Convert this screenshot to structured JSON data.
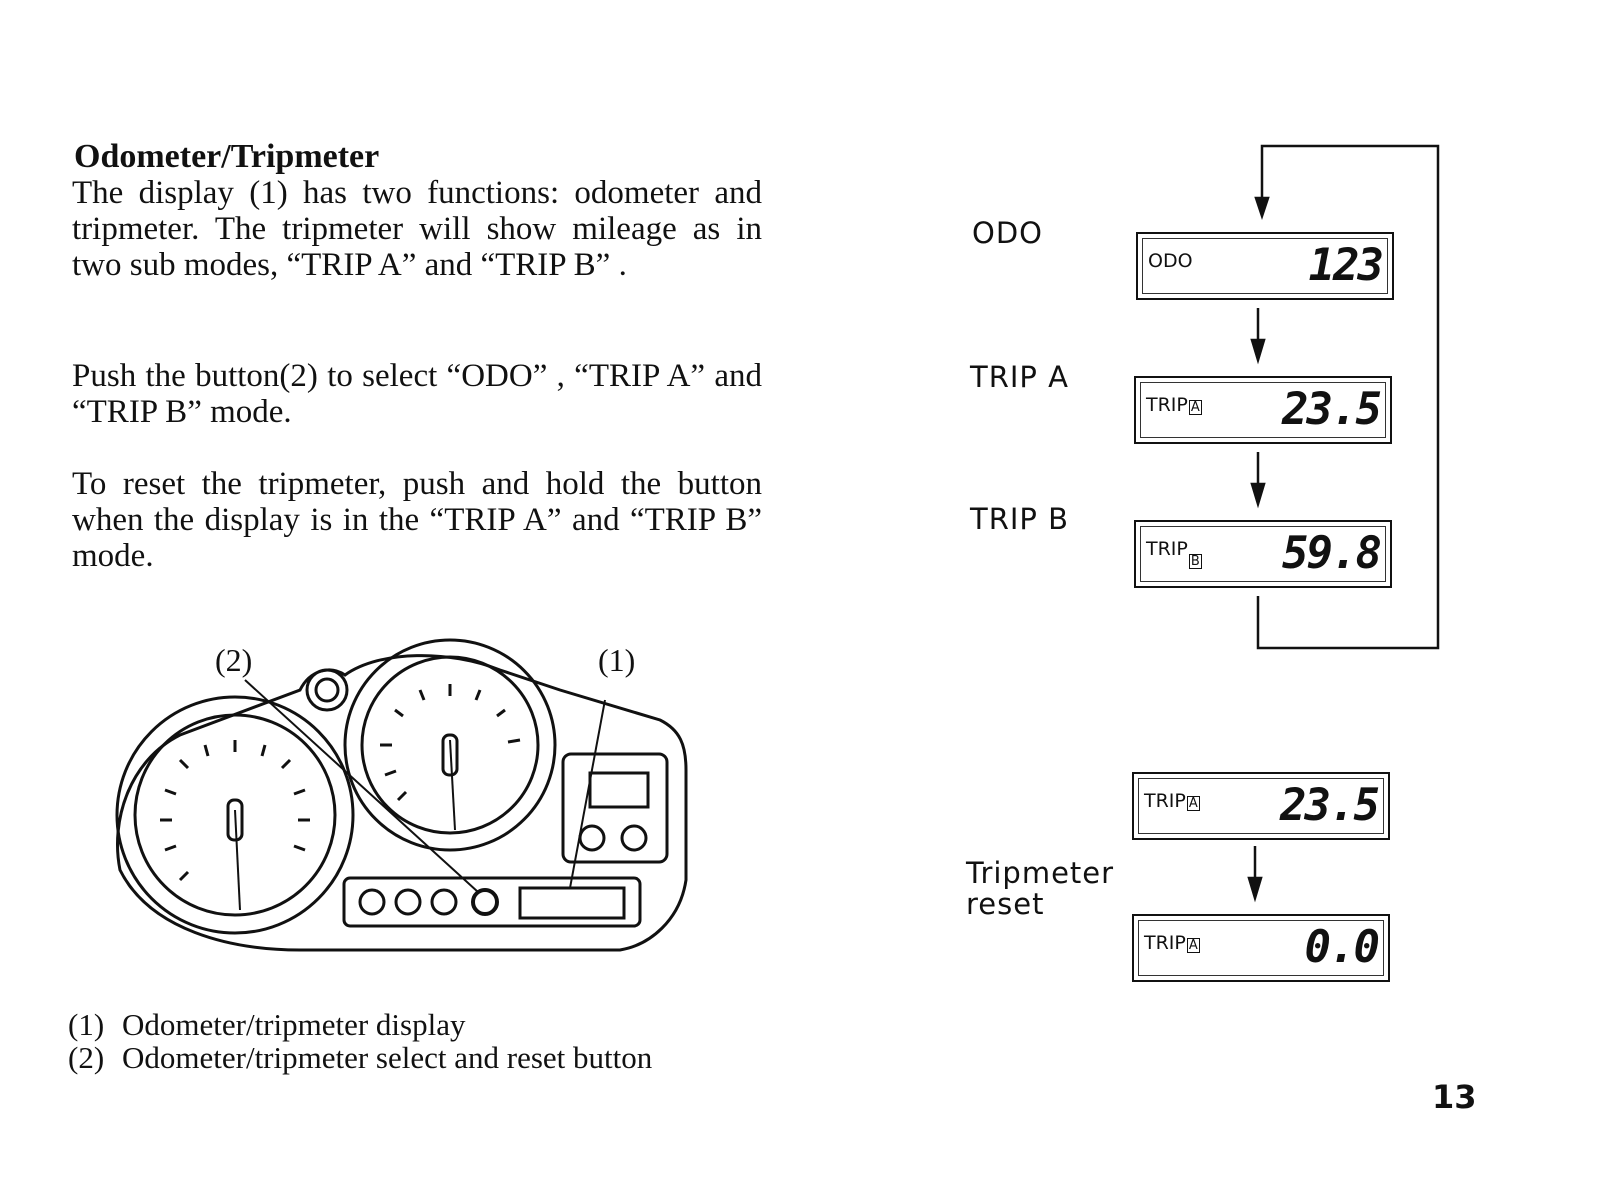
{
  "heading": "Odometer/Tripmeter",
  "paragraphs": [
    "The display (1) has two functions: odometer and tripmeter. The tripmeter will show mileage as in two sub modes, “TRIP A” and “TRIP B” .",
    "Push the button(2) to select “ODO” , “TRIP A” and “TRIP B” mode.",
    "To reset the tripmeter, push and hold the button when the display is in the “TRIP A” and “TRIP B” mode."
  ],
  "figure": {
    "callout_2": "(2)",
    "callout_1": "(1)"
  },
  "captions": [
    {
      "num": "(1)",
      "text": "Odometer/tripmeter display"
    },
    {
      "num": "(2)",
      "text": "Odometer/tripmeter select and reset button"
    }
  ],
  "modes": {
    "odo": {
      "label": "ODO",
      "mode": "ODO",
      "value": "123"
    },
    "trip_a": {
      "label": "TRIP A",
      "mode": "TRIP",
      "sub": "A",
      "value": "23.5"
    },
    "trip_b": {
      "label": "TRIP B",
      "mode": "TRIP",
      "sub": "B",
      "value": "59.8"
    }
  },
  "reset": {
    "label": "Tripmeter reset",
    "before": {
      "mode": "TRIP",
      "sub": "A",
      "value": "23.5"
    },
    "after": {
      "mode": "TRIP",
      "sub": "A",
      "value": "0.0"
    }
  },
  "page_number": "13"
}
